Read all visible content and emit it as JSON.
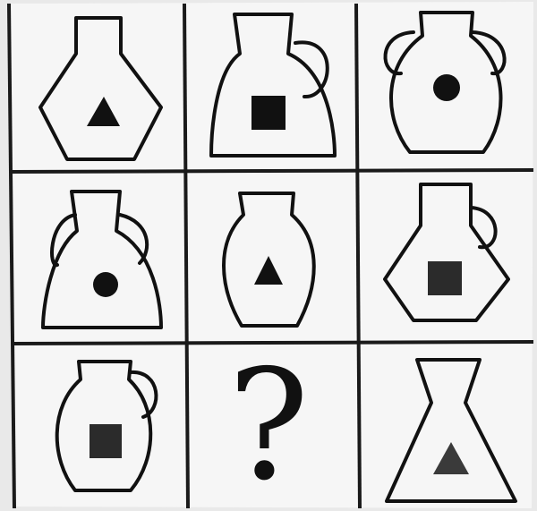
{
  "puzzle": {
    "rows": 3,
    "cols": 3,
    "missing_symbol": "?",
    "colors": {
      "ink": "#111111",
      "paper": "#f6f6f6",
      "backdrop": "#e9e9e9",
      "inner_mark": "#2a2a2a"
    },
    "cells": [
      {
        "row": 1,
        "col": 1,
        "vase": "hexagon-vase",
        "handles": "none",
        "mark": "triangle"
      },
      {
        "row": 1,
        "col": 2,
        "vase": "bell-vase",
        "handles": "right",
        "mark": "square"
      },
      {
        "row": 1,
        "col": 3,
        "vase": "oval-vase",
        "handles": "both",
        "mark": "circle"
      },
      {
        "row": 2,
        "col": 1,
        "vase": "bell-vase",
        "handles": "both",
        "mark": "circle"
      },
      {
        "row": 2,
        "col": 2,
        "vase": "oval-vase",
        "handles": "none",
        "mark": "triangle"
      },
      {
        "row": 2,
        "col": 3,
        "vase": "hexagon-vase",
        "handles": "right",
        "mark": "square"
      },
      {
        "row": 3,
        "col": 1,
        "vase": "oval-vase",
        "handles": "right",
        "mark": "square"
      },
      {
        "row": 3,
        "col": 2,
        "vase": "none",
        "handles": "none",
        "mark": "question"
      },
      {
        "row": 3,
        "col": 3,
        "vase": "trapezoid-vase",
        "handles": "none",
        "mark": "triangle"
      }
    ]
  }
}
